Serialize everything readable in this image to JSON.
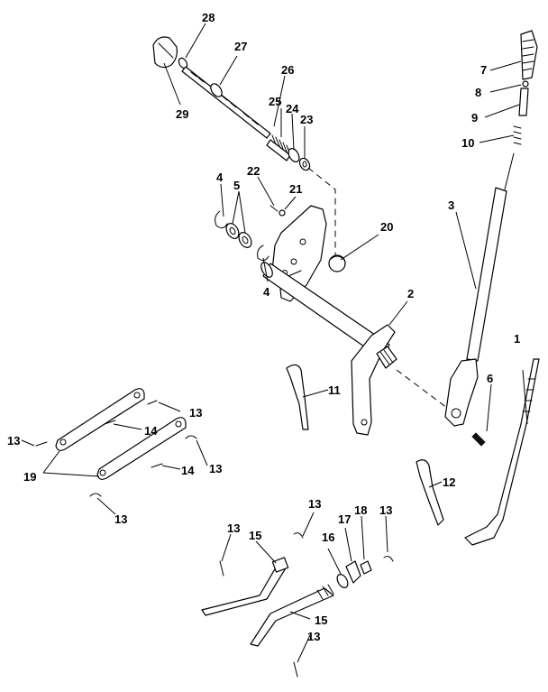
{
  "callouts": [
    "1",
    "2",
    "3",
    "4",
    "4",
    "5",
    "6",
    "7",
    "8",
    "9",
    "10",
    "11",
    "12",
    "13",
    "13",
    "13",
    "13",
    "13",
    "13",
    "13",
    "13",
    "14",
    "14",
    "15",
    "15",
    "16",
    "17",
    "18",
    "19",
    "20",
    "21",
    "22",
    "23",
    "24",
    "25",
    "26",
    "27",
    "28",
    "29"
  ]
}
